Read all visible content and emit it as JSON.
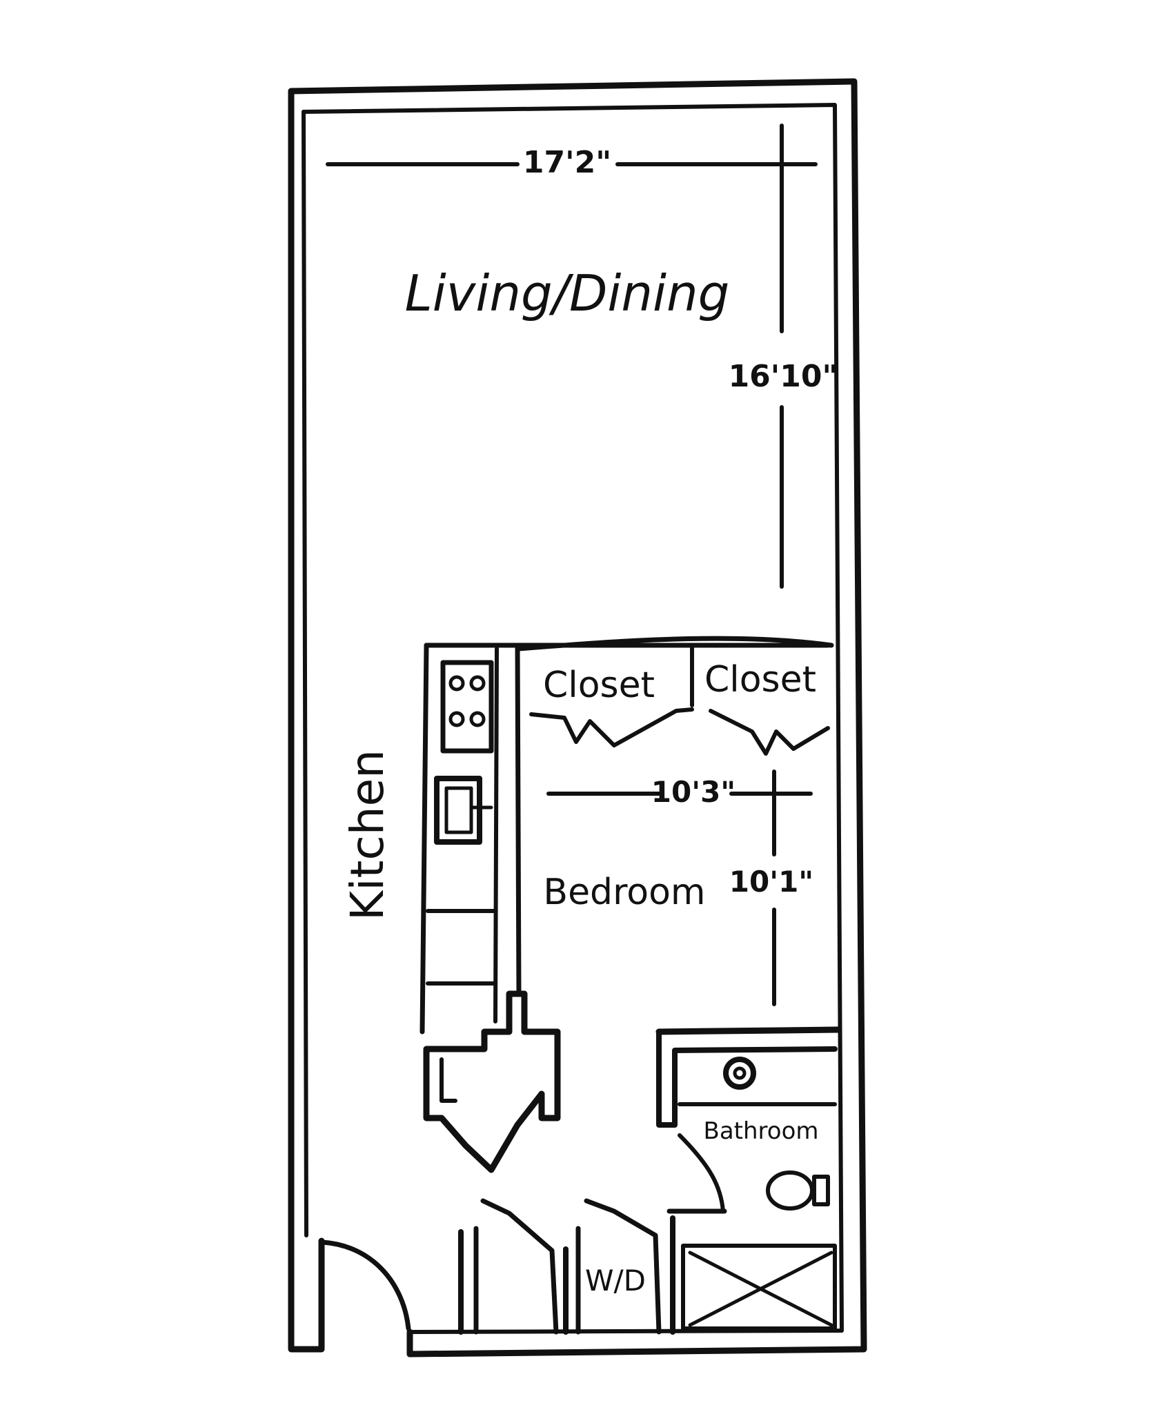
{
  "rooms": {
    "living_dining": "Living/Dining",
    "kitchen": "Kitchen",
    "closet_left": "Closet",
    "closet_right": "Closet",
    "bedroom": "Bedroom",
    "bathroom": "Bathroom",
    "washer_dryer": "W/D"
  },
  "dimensions": {
    "living_width": "17'2\"",
    "living_depth": "16'10\"",
    "bedroom_width": "10'3\"",
    "bedroom_depth": "10'1\""
  },
  "colors": {
    "ink": "#111111",
    "background": "#ffffff"
  }
}
